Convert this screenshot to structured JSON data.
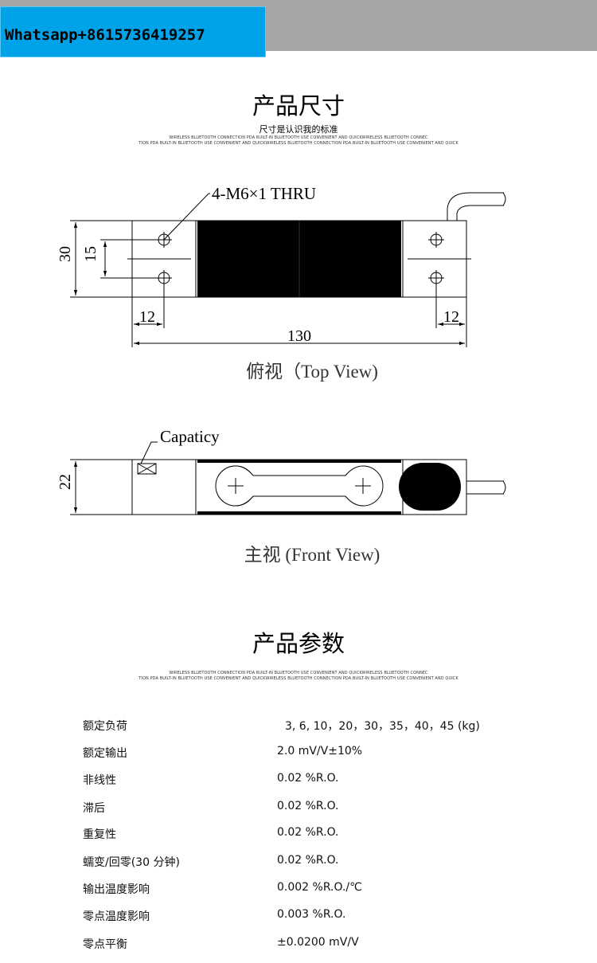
{
  "banner": {
    "whatsapp": "Whatsapp+8615736419257"
  },
  "dimensions_section": {
    "title": "产品尺寸",
    "subtitle": "尺寸是认识我的标准",
    "tagline_1": "WIRELESS BLUETOOTH CONNECTION PDA BUILT-IN BLUETOOTH USE CONVENIENT AND QUICKWIRELESS BLUETOOTH CONNEC",
    "tagline_2": "TION PDA BUILT-IN BLUETOOTH USE CONVENIENT AND QUICKWIRELESS BLUETOOTH CONNECTION PDA BUILT-IN BLUETOOTH USE CONVENIENT AND QUICK"
  },
  "top_view": {
    "hole_callout": "4-M6×1 THRU",
    "dim_height": "30",
    "dim_hole_spacing": "15",
    "dim_left_offset": "12",
    "dim_right_offset": "12",
    "dim_length": "130",
    "caption": "俯视（Top View)"
  },
  "front_view": {
    "capacity_label": "Capaticy",
    "dim_height": "22",
    "caption": "主视 (Front View)"
  },
  "params_section": {
    "title": "产品参数",
    "tagline_1": "WIRELESS BLUETOOTH CONNECTION PDA BUILT-IN BLUETOOTH USE CONVENIENT AND QUICKWIRELESS BLUETOOTH CONNEC",
    "tagline_2": "TION PDA BUILT-IN BLUETOOTH USE CONVENIENT AND QUICKWIRELESS BLUETOOTH CONNECTION PDA BUILT-IN BLUETOOTH USE CONVENIENT AND QUICK"
  },
  "specs": [
    {
      "label": "额定负荷",
      "value": "3, 6, 10，20，30，35，40，45 (kg)"
    },
    {
      "label": "额定输出",
      "value": "2.0 mV/V±10%"
    },
    {
      "label": "非线性",
      "value": "0.02 %R.O."
    },
    {
      "label": "滞后",
      "value": "0.02 %R.O."
    },
    {
      "label": "重复性",
      "value": "0.02 %R.O."
    },
    {
      "label": "蠕变/回零(30 分钟)",
      "value": "0.02 %R.O."
    },
    {
      "label": "输出温度影响",
      "value": "0.002 %R.O./℃"
    },
    {
      "label": "零点温度影响",
      "value": "0.003 %R.O."
    },
    {
      "label": "零点平衡",
      "value": "±0.0200 mV/V"
    }
  ]
}
